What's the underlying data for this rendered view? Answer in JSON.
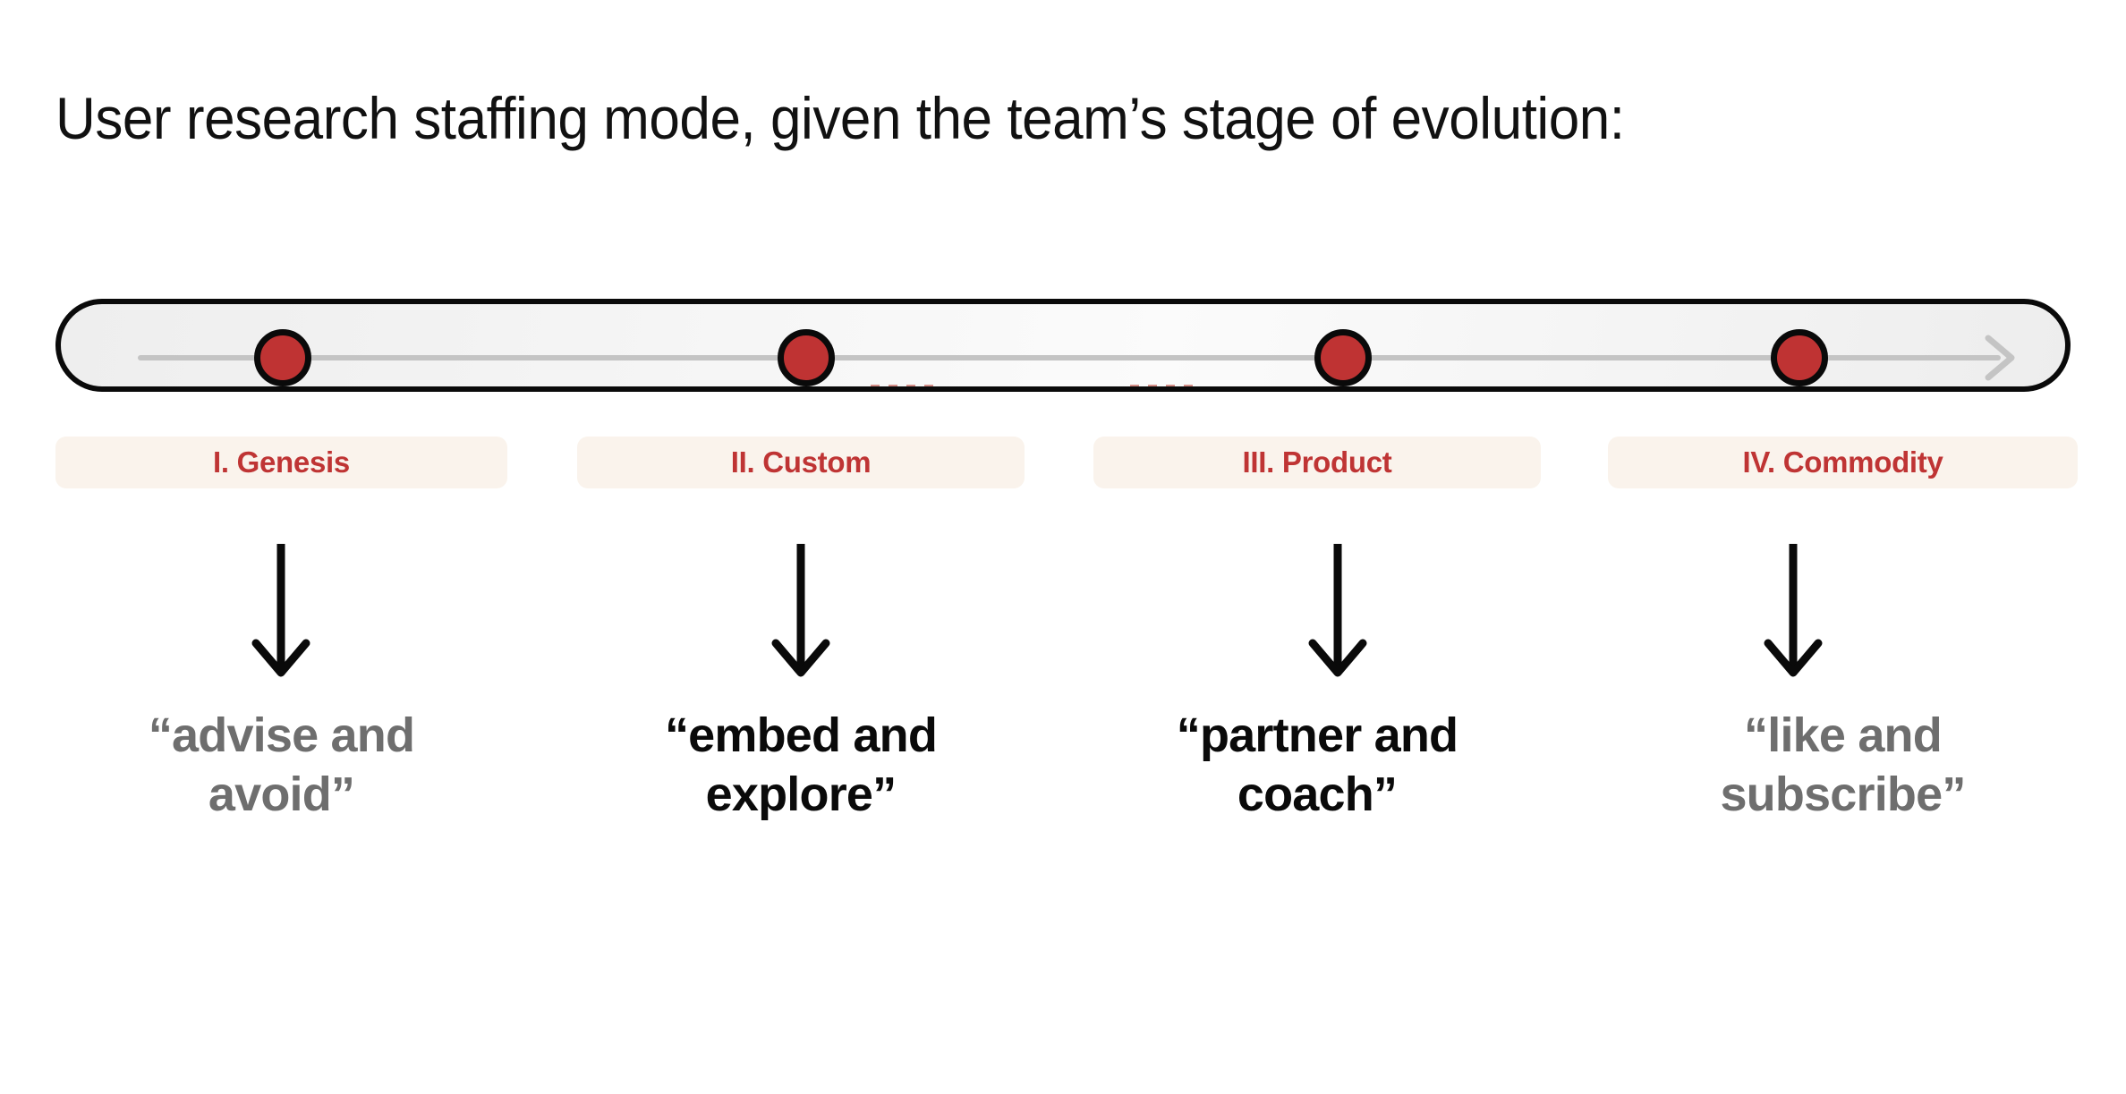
{
  "slide": {
    "title": "User research staffing mode, given the team’s stage of evolution:",
    "background_color": "#ffffff"
  },
  "timeline": {
    "axis_arrow_icon": "arrow-right-icon",
    "axis_color": "#c4c4c4",
    "bar_border_color": "#0a0a0a",
    "dot_fill_color": "#bf3333",
    "dot_border_color": "#0a0a0a",
    "dot_count": 4
  },
  "stages": [
    {
      "id": "genesis",
      "label": "I. Genesis",
      "pill_bg": "#faf3ec",
      "label_color": "#bf3434",
      "arrow_icon": "arrow-down-icon",
      "quote_line_1": "“advise and",
      "quote_line_2": "avoid”",
      "quote_emphasis": "dim",
      "quote_color": "#6e6e6e"
    },
    {
      "id": "custom",
      "label": "II. Custom",
      "pill_bg": "#faf3ec",
      "label_color": "#bf3434",
      "arrow_icon": "arrow-down-icon",
      "quote_line_1": "“embed and",
      "quote_line_2": "explore”",
      "quote_emphasis": "strong",
      "quote_color": "#0a0a0a"
    },
    {
      "id": "product",
      "label": "III. Product",
      "pill_bg": "#faf3ec",
      "label_color": "#bf3434",
      "arrow_icon": "arrow-down-icon",
      "quote_line_1": "“partner and",
      "quote_line_2": "coach”",
      "quote_emphasis": "strong",
      "quote_color": "#0a0a0a"
    },
    {
      "id": "commodity",
      "label": "IV. Commodity",
      "pill_bg": "#faf3ec",
      "label_color": "#bf3434",
      "arrow_icon": "arrow-down-icon",
      "quote_line_1": "“like and",
      "quote_line_2": "subscribe”",
      "quote_emphasis": "dim",
      "quote_color": "#6e6e6e"
    }
  ]
}
